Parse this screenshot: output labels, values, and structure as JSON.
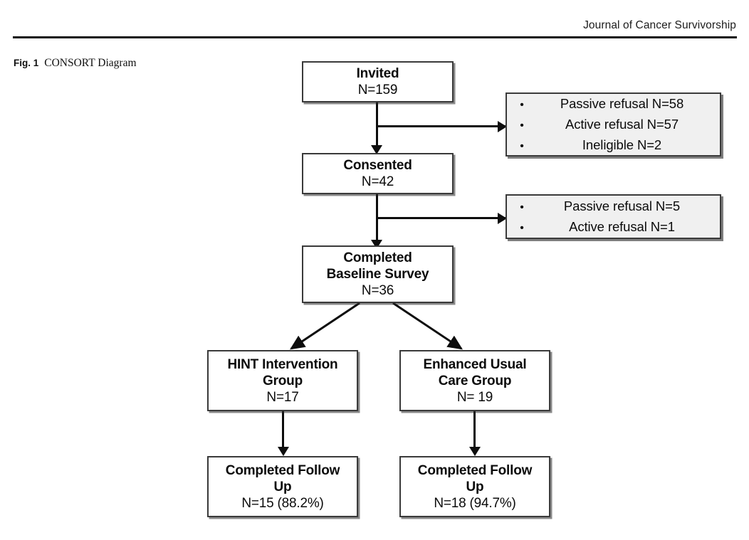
{
  "page": {
    "running_head": "Journal of Cancer Survivorship",
    "figure_label": "Fig. 1",
    "figure_title": "CONSORT Diagram"
  },
  "colors": {
    "box_border": "#3a3a3a",
    "box_fill": "#ffffff",
    "exclusion_fill": "#f0f0f0",
    "connector": "#0d0d0d",
    "text": "#0b0b0b",
    "rule": "#111111"
  },
  "chart_data": {
    "type": "diagram",
    "title": "CONSORT Diagram",
    "nodes": [
      {
        "id": "invited",
        "title": "Invited",
        "count": "N=159"
      },
      {
        "id": "consented",
        "title": "Consented",
        "count": "N=42"
      },
      {
        "id": "baseline",
        "title_line1": "Completed",
        "title_line2": "Baseline Survey",
        "count": "N=36"
      },
      {
        "id": "hint",
        "title_line1": "HINT Intervention",
        "title_line2": "Group",
        "count": "N=17"
      },
      {
        "id": "euc",
        "title_line1": "Enhanced Usual",
        "title_line2": "Care Group",
        "count": "N= 19"
      },
      {
        "id": "hint_fu",
        "title_line1": "Completed Follow",
        "title_line2": "Up",
        "count": "N=15 (88.2%)"
      },
      {
        "id": "euc_fu",
        "title_line1": "Completed Follow",
        "title_line2": "Up",
        "count": "N=18 (94.7%)"
      }
    ],
    "exclusions": [
      {
        "id": "excl1",
        "from": "invited",
        "items": [
          "Passive refusal N=58",
          "Active refusal N=57",
          "Ineligible N=2"
        ]
      },
      {
        "id": "excl2",
        "from": "consented",
        "items": [
          "Passive refusal N=5",
          "Active refusal N=1"
        ]
      }
    ],
    "edges": [
      {
        "from": "invited",
        "to": "consented",
        "style": "straight-down"
      },
      {
        "from": "invited",
        "to": "excl1",
        "style": "branch-right"
      },
      {
        "from": "consented",
        "to": "baseline",
        "style": "straight-down"
      },
      {
        "from": "consented",
        "to": "excl2",
        "style": "branch-right"
      },
      {
        "from": "baseline",
        "to": "hint",
        "style": "diagonal-left"
      },
      {
        "from": "baseline",
        "to": "euc",
        "style": "diagonal-right"
      },
      {
        "from": "hint",
        "to": "hint_fu",
        "style": "straight-down"
      },
      {
        "from": "euc",
        "to": "euc_fu",
        "style": "straight-down"
      }
    ]
  }
}
